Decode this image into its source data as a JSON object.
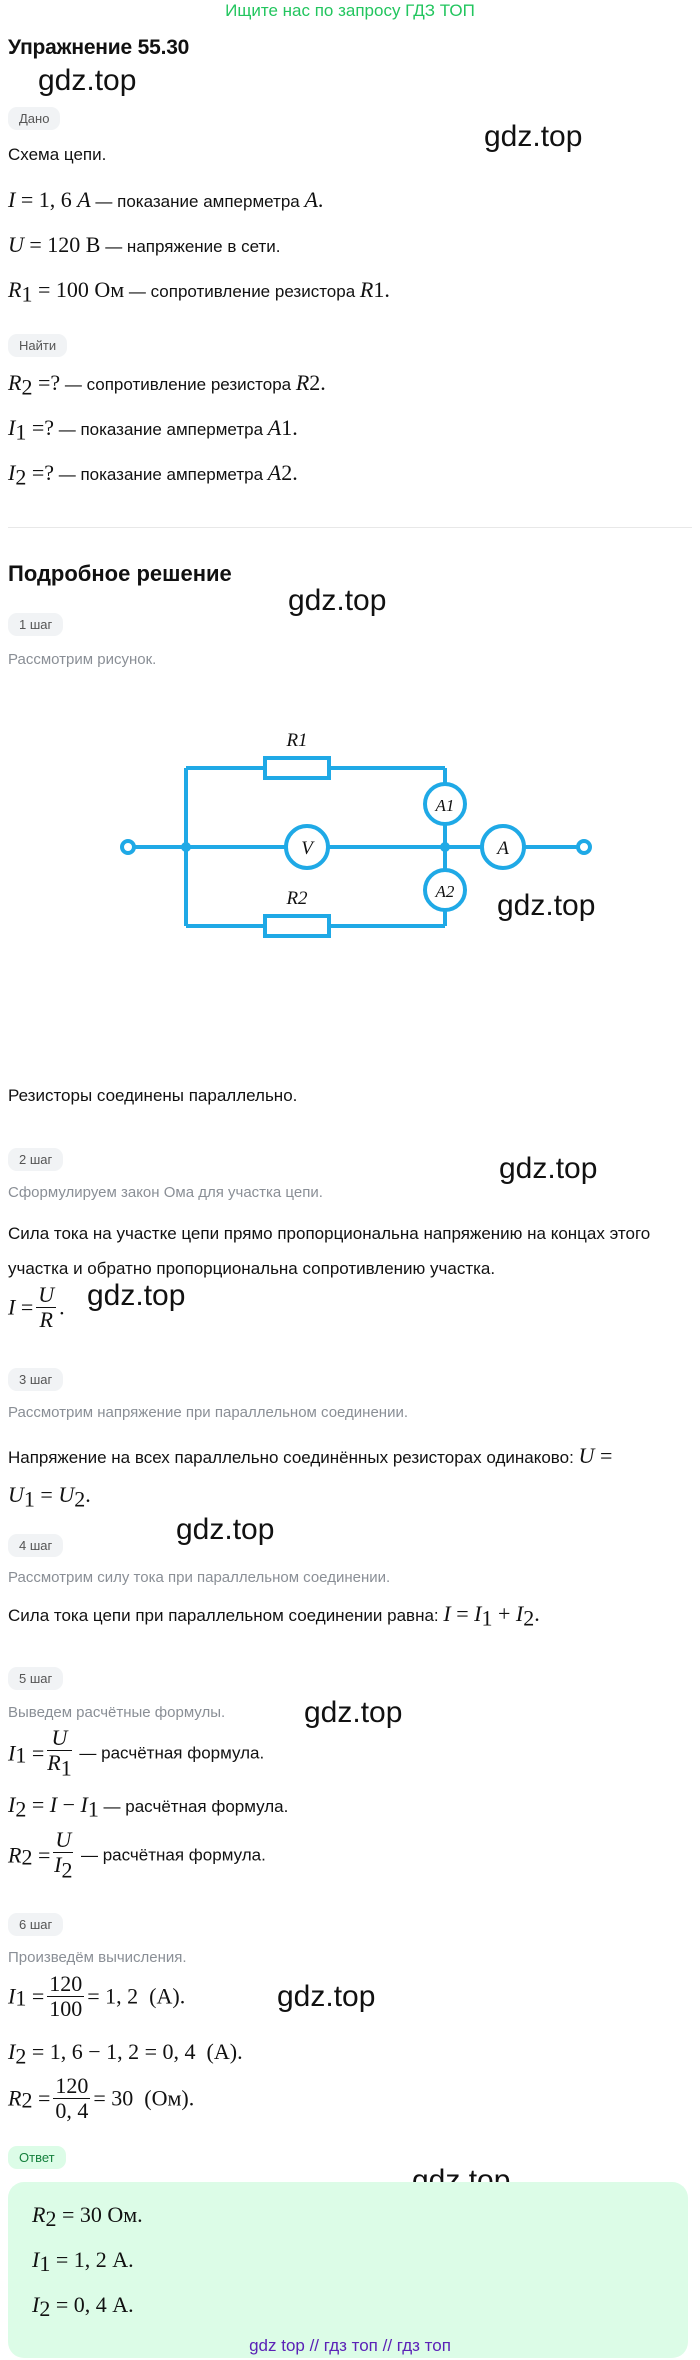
{
  "header": {
    "notice": "Ищите нас по запросу ГДЗ ТОП",
    "title": "Упражнение 55.30"
  },
  "watermark": "gdz.top",
  "given": {
    "badge": "Дано",
    "scheme": "Схема цепи.",
    "l1_text": " — показание амперметра ",
    "l2_text": " — напряжение в сети.",
    "l3_text": " — сопротивление резистора "
  },
  "find": {
    "badge": "Найти",
    "l1_text": " — сопротивление резистора ",
    "l2_text": " — показание амперметра ",
    "l3_text": " — показание амперметра "
  },
  "solution": {
    "title": "Подробное решение",
    "step1": {
      "badge": "1 шаг",
      "hint": "Рассмотрим рисунок.",
      "text": "Резисторы соединены параллельно."
    },
    "step2": {
      "badge": "2 шаг",
      "hint": "Сформулируем закон Ома для участка цепи.",
      "text": "Сила тока на участке цепи прямо пропорциональна напряжению на концах этого участка и обратно пропорциональна сопротивлению участка."
    },
    "step3": {
      "badge": "3 шаг",
      "hint": "Рассмотрим напряжение при параллельном соединении.",
      "text": "Напряжение на всех параллельно соединённых резисторах одинаково:"
    },
    "step4": {
      "badge": "4 шаг",
      "hint": "Рассмотрим силу тока при параллельном соединении.",
      "text": "Сила тока цепи при параллельном соединении равна:"
    },
    "step5": {
      "badge": "5 шаг",
      "hint": "Выведем расчётные формулы.",
      "formula_label": " — расчётная формула."
    },
    "step6": {
      "badge": "6 шаг",
      "hint": "Произведём вычисления."
    }
  },
  "circuit": {
    "r1": "R1",
    "r2": "R2",
    "a1": "A1",
    "a2": "A2",
    "a": "A",
    "v": "V"
  },
  "answer": {
    "badge": "Ответ"
  },
  "footer": "gdz top  //  гдз топ  //  гдз топ"
}
